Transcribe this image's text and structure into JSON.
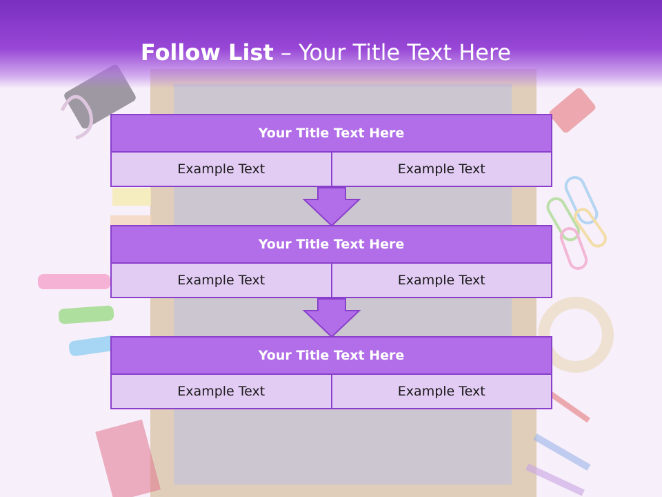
{
  "header": {
    "title_bold": "Follow List",
    "title_rest": " – Your Title Text Here"
  },
  "blocks": [
    {
      "title": "Your Title Text Here",
      "left": "Example Text",
      "right": "Example Text"
    },
    {
      "title": "Your Title Text Here",
      "left": "Example Text",
      "right": "Example Text"
    },
    {
      "title": "Your Title Text Here",
      "left": "Example Text",
      "right": "Example Text"
    }
  ],
  "colors": {
    "header": "#9847d6",
    "block_title": "#b16ee8",
    "block_cell": "#e3ccf4",
    "border": "#8a3fcc"
  },
  "icons": [
    "down-arrow-icon",
    "down-arrow-icon"
  ]
}
